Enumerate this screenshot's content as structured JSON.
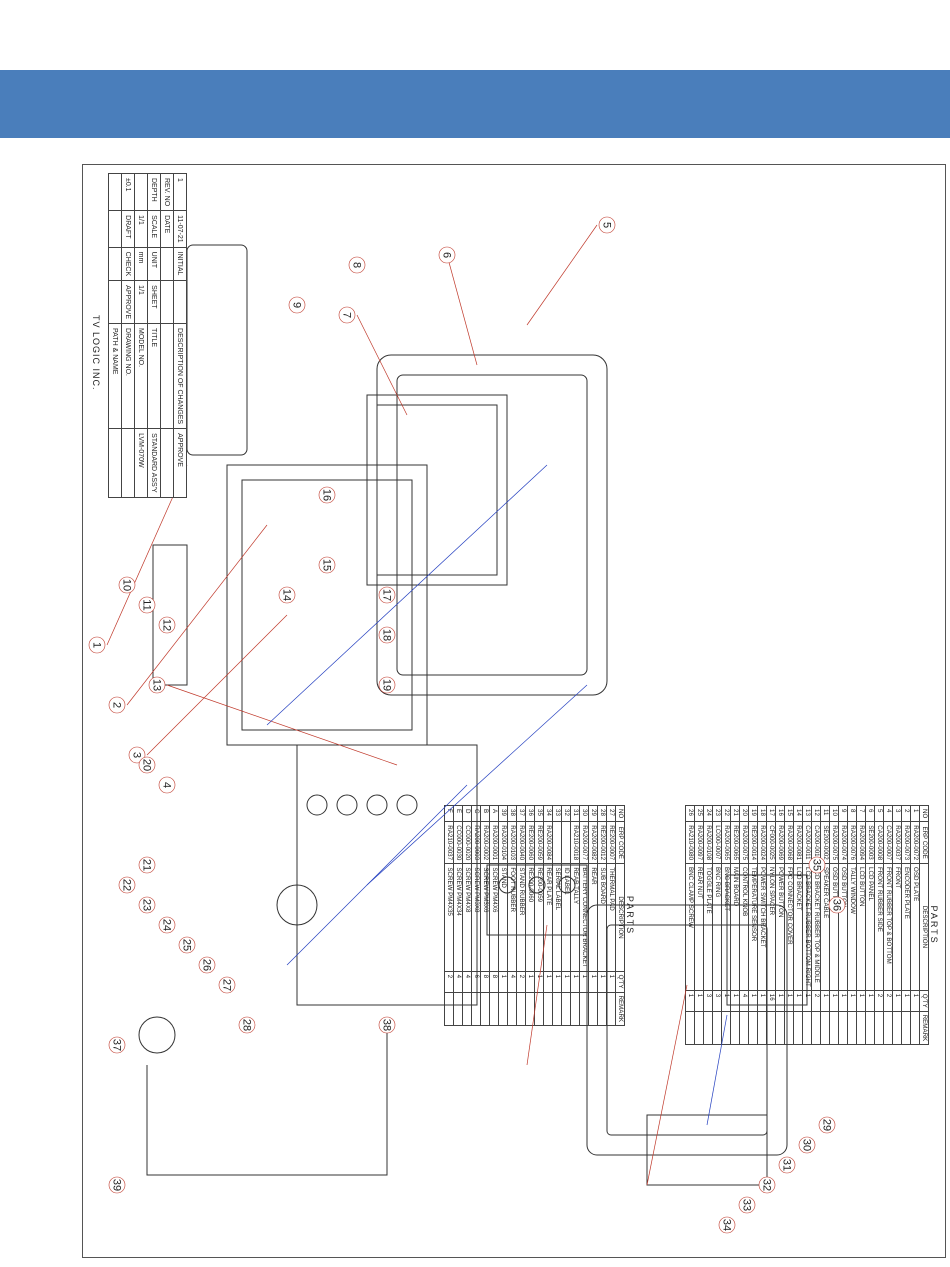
{
  "parts_table_1": {
    "caption": "PARTS",
    "headers": [
      "NO",
      "ERP CODE",
      "DESCRIPTION",
      "Q'TY",
      "REMARK"
    ],
    "rows": [
      [
        "1",
        "RA200-0072",
        "OSD PLATE",
        "1",
        ""
      ],
      [
        "2",
        "RA200-0073",
        "ENCODER PLATE",
        "1",
        ""
      ],
      [
        "3",
        "RA200-0037",
        "FRONT",
        "1",
        ""
      ],
      [
        "4",
        "CA200-0007",
        "FRONT RUBBER TOP & BOTTOM",
        "2",
        ""
      ],
      [
        "5",
        "CA200-0008",
        "FRONT RUBBER SIDE",
        "2",
        ""
      ],
      [
        "6",
        "SE200-0003",
        "LCD PANEL",
        "1",
        ""
      ],
      [
        "7",
        "RA200-0094",
        "LCD BUTTON",
        "1",
        ""
      ],
      [
        "8",
        "RA200-0076",
        "TALLY WINDOW",
        "1",
        ""
      ],
      [
        "9",
        "RA200-0074",
        "OSD BUTTON",
        "1",
        ""
      ],
      [
        "10",
        "RA200-0075",
        "OSD BUTTON",
        "1",
        ""
      ],
      [
        "11",
        "SE200-0002",
        "SPEAKER CABLE",
        "1",
        ""
      ],
      [
        "12",
        "CA200-0010",
        "LCD BRACKET RUBBER TOP & MIDDLE",
        "2",
        ""
      ],
      [
        "13",
        "CA200-0011",
        "LCD BRACKET RUBBER BOTTOM RIGHT",
        "1",
        ""
      ],
      [
        "14",
        "RA200-0081",
        "LCD BRACKET",
        "1",
        ""
      ],
      [
        "15",
        "RA200-0068",
        "FPC CONNECTOR COVER",
        "1",
        ""
      ],
      [
        "16",
        "RA200-0069",
        "POWER BUTTON",
        "1",
        ""
      ],
      [
        "17",
        "CF000-0025",
        "NYLON SPACER",
        "16",
        ""
      ],
      [
        "18",
        "RA200-0024",
        "POWER SWITCH BRACKET",
        "1",
        ""
      ],
      [
        "19",
        "RE200-0014",
        "TEMPERATURE SENSOR",
        "1",
        ""
      ],
      [
        "20",
        "RA200-0075",
        "CONTROL KNOB",
        "4",
        ""
      ],
      [
        "21",
        "RE200-0065",
        "MAIN BOARD",
        "1",
        ""
      ],
      [
        "22",
        "RA200-0065",
        "BNC BRACKET",
        "1",
        ""
      ],
      [
        "23",
        "LC000-0007",
        "BNC RING",
        "3",
        ""
      ],
      [
        "24",
        "RA200-0108",
        "TOGGLE PLATE",
        "3",
        ""
      ],
      [
        "25",
        "RA200-0097",
        "REAR NUT",
        "1",
        ""
      ],
      [
        "26",
        "RA210-0080",
        "BNC CLAMP SCREW",
        "1",
        ""
      ]
    ]
  },
  "parts_table_2": {
    "caption": "PARTS",
    "headers": [
      "NO",
      "ERP CODE",
      "DESCRIPTION",
      "Q'TY",
      "REMARK"
    ],
    "rows": [
      [
        "27",
        "RE200-0007",
        "THERMAL PAD",
        "1",
        ""
      ],
      [
        "28",
        "RE200-0012",
        "SUB BOARD",
        "1",
        ""
      ],
      [
        "29",
        "RA200-0082",
        "REAR",
        "1",
        ""
      ],
      [
        "30",
        "RA200-0077",
        "BATTERY CONNECTOR BRACKET",
        "1",
        ""
      ],
      [
        "31",
        "RA210-0018",
        "REAR TALLY",
        "1",
        ""
      ],
      [
        "32",
        "",
        "ID LABEL",
        "1",
        ""
      ],
      [
        "33",
        "",
        "SERIAL LABEL",
        "1",
        ""
      ],
      [
        "34",
        "RA200-0084",
        "REAR PLATE",
        "1",
        ""
      ],
      [
        "35",
        "RE200-0059",
        "RE200-0059",
        "1",
        ""
      ],
      [
        "36",
        "RE200-0060",
        "RE200-0060",
        "1",
        ""
      ],
      [
        "37",
        "RA200-0040",
        "STAND RUBBER",
        "2",
        ""
      ],
      [
        "38",
        "RA200-0103",
        "FOOT RUBBER",
        "4",
        ""
      ],
      [
        "39",
        "RA200-0104",
        "STAND",
        "1",
        ""
      ],
      [
        "A",
        "RA200-0001",
        "SCREW PM4X6",
        "8",
        ""
      ],
      [
        "B",
        "RA200-0002",
        "SCREW PM3X6",
        "8",
        ""
      ],
      [
        "C",
        "RA200-0003",
        "SCREW PM3X8",
        "6",
        ""
      ],
      [
        "D",
        "CC000-0020",
        "SCREW PM4X8",
        "4",
        ""
      ],
      [
        "E",
        "CC000-0030",
        "SCREW PM4X34",
        "4",
        ""
      ],
      [
        "F",
        "RA210-0037",
        "SCREW PM4X35",
        "2",
        ""
      ]
    ]
  },
  "title_block": {
    "rev_row": [
      "1",
      "11-07-21",
      "INITIAL",
      "",
      "DESCRIPTION OF CHANGES",
      "APPROVE"
    ],
    "hdr_row": [
      "REV. NO",
      "DATE",
      "",
      "",
      "",
      ""
    ],
    "row3": [
      "DEPTH",
      "SCALE",
      "UNIT",
      "SHEET",
      "TITLE",
      "STANDARD ASS'Y"
    ],
    "row4": [
      "",
      "1/1",
      "mm",
      "1/1",
      "MODEL NO.",
      "LVM-070W"
    ],
    "row5": [
      "±0.1",
      "DRAFT",
      "CHECK",
      "APPROVE",
      "DRAWING NO.",
      ""
    ],
    "row6": [
      "",
      "",
      "",
      "",
      "PATH & NAME",
      ""
    ],
    "company": "TV LOGIC INC."
  },
  "callouts": [
    "1",
    "2",
    "3",
    "4",
    "5",
    "6",
    "7",
    "8",
    "9",
    "10",
    "11",
    "12",
    "13",
    "14",
    "15",
    "16",
    "17",
    "18",
    "19",
    "20",
    "21",
    "22",
    "23",
    "24",
    "25",
    "26",
    "27",
    "28",
    "29",
    "30",
    "31",
    "32",
    "33",
    "34",
    "35",
    "36",
    "37",
    "38",
    "39"
  ],
  "colors": {
    "band": "#4a7ebb",
    "leader_red": "#c0392b",
    "leader_blue": "#2540c0",
    "line": "#333333"
  }
}
